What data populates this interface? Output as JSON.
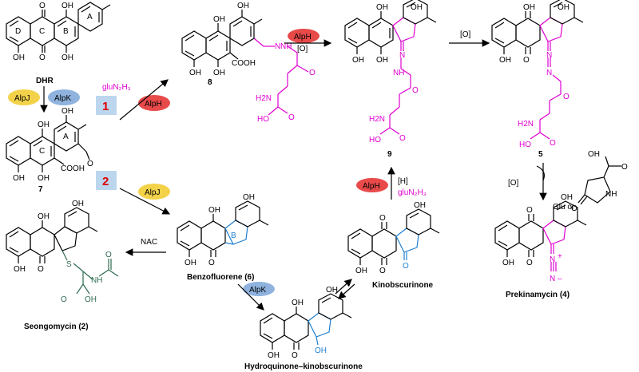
{
  "compounds": {
    "dhr": {
      "label": "DHR",
      "rings": [
        "A",
        "B",
        "C",
        "D"
      ]
    },
    "c7": {
      "number": "7",
      "rings": [
        "A",
        "C"
      ],
      "groups": [
        "OH",
        "OH",
        "OH",
        "COOH"
      ]
    },
    "c8": {
      "number": "8",
      "groups": [
        "OH",
        "OH",
        "OH",
        "COOH",
        "N",
        "H",
        "O",
        "H2N",
        "HO",
        "O"
      ]
    },
    "c9": {
      "number": "9",
      "groups": [
        "OH",
        "OH",
        "OH",
        "N",
        "N",
        "H",
        "O",
        "H2N",
        "HO",
        "O"
      ]
    },
    "c5": {
      "number": "5",
      "groups": [
        "OH",
        "OH",
        "OH",
        "O",
        "N",
        "N",
        "O",
        "H2N",
        "HO",
        "O"
      ]
    },
    "benzofluorene": {
      "name": "Benzofluorene (6)",
      "ring": "B",
      "groups": [
        "OH",
        "OH",
        "OH",
        "O"
      ]
    },
    "kinobscurinone": {
      "name": "Kinobscurinone",
      "groups": [
        "O",
        "OH",
        "OH",
        "O",
        "O"
      ]
    },
    "hydroquinone": {
      "name": "Hydroquinone–kinobscurinone",
      "groups": [
        "OH",
        "OH",
        "OH",
        "O",
        "OH"
      ]
    },
    "prekinamycin": {
      "name": "Prekinamycin (4)",
      "groups": [
        "O",
        "OH",
        "OH",
        "O",
        "N",
        "N"
      ],
      "charges": [
        "+",
        "–"
      ]
    },
    "seongomycin": {
      "name": "Seongomycin (2)",
      "groups": [
        "OH",
        "OH",
        "O",
        "S",
        "N",
        "H",
        "O",
        "OH"
      ]
    },
    "pyroglu": {
      "groups": [
        "OH",
        "O",
        "NH",
        "O"
      ]
    }
  },
  "enzymes": {
    "alpj": "AlpJ",
    "alpk": "AlpK",
    "alph": "AlpH"
  },
  "colors": {
    "alpj": "#f3d24a",
    "alpk": "#8fb3de",
    "alph": "#e84a4a",
    "pink": "#e000d0",
    "blue": "#1f7fd0",
    "green": "#2e6b4f",
    "step_box": "#bcd6ee",
    "step_num": "#e00000"
  },
  "reagents": {
    "glun2h3_a": "gluN₂H₃",
    "glun2h3_b": "gluN₂H₃",
    "ox1": "[O]",
    "ox2": "[O]",
    "ox3": "[O]",
    "h": "[H]",
    "nac": "NAC",
    "glu": "Glu or"
  },
  "steps": {
    "one": "1",
    "two": "2"
  }
}
